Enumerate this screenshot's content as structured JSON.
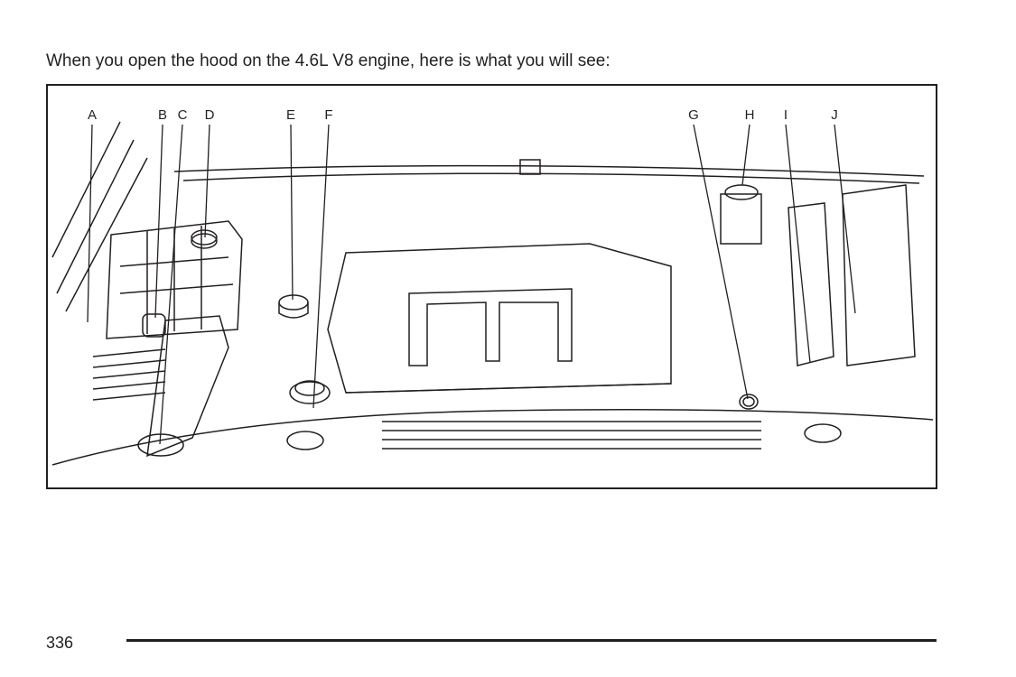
{
  "intro_text": "When you open the hood on the 4.6L V8 engine, here is what you will see:",
  "figure": {
    "callouts": [
      "A",
      "B",
      "C",
      "D",
      "E",
      "F",
      "G",
      "H",
      "I",
      "J"
    ]
  },
  "page_number": "336"
}
